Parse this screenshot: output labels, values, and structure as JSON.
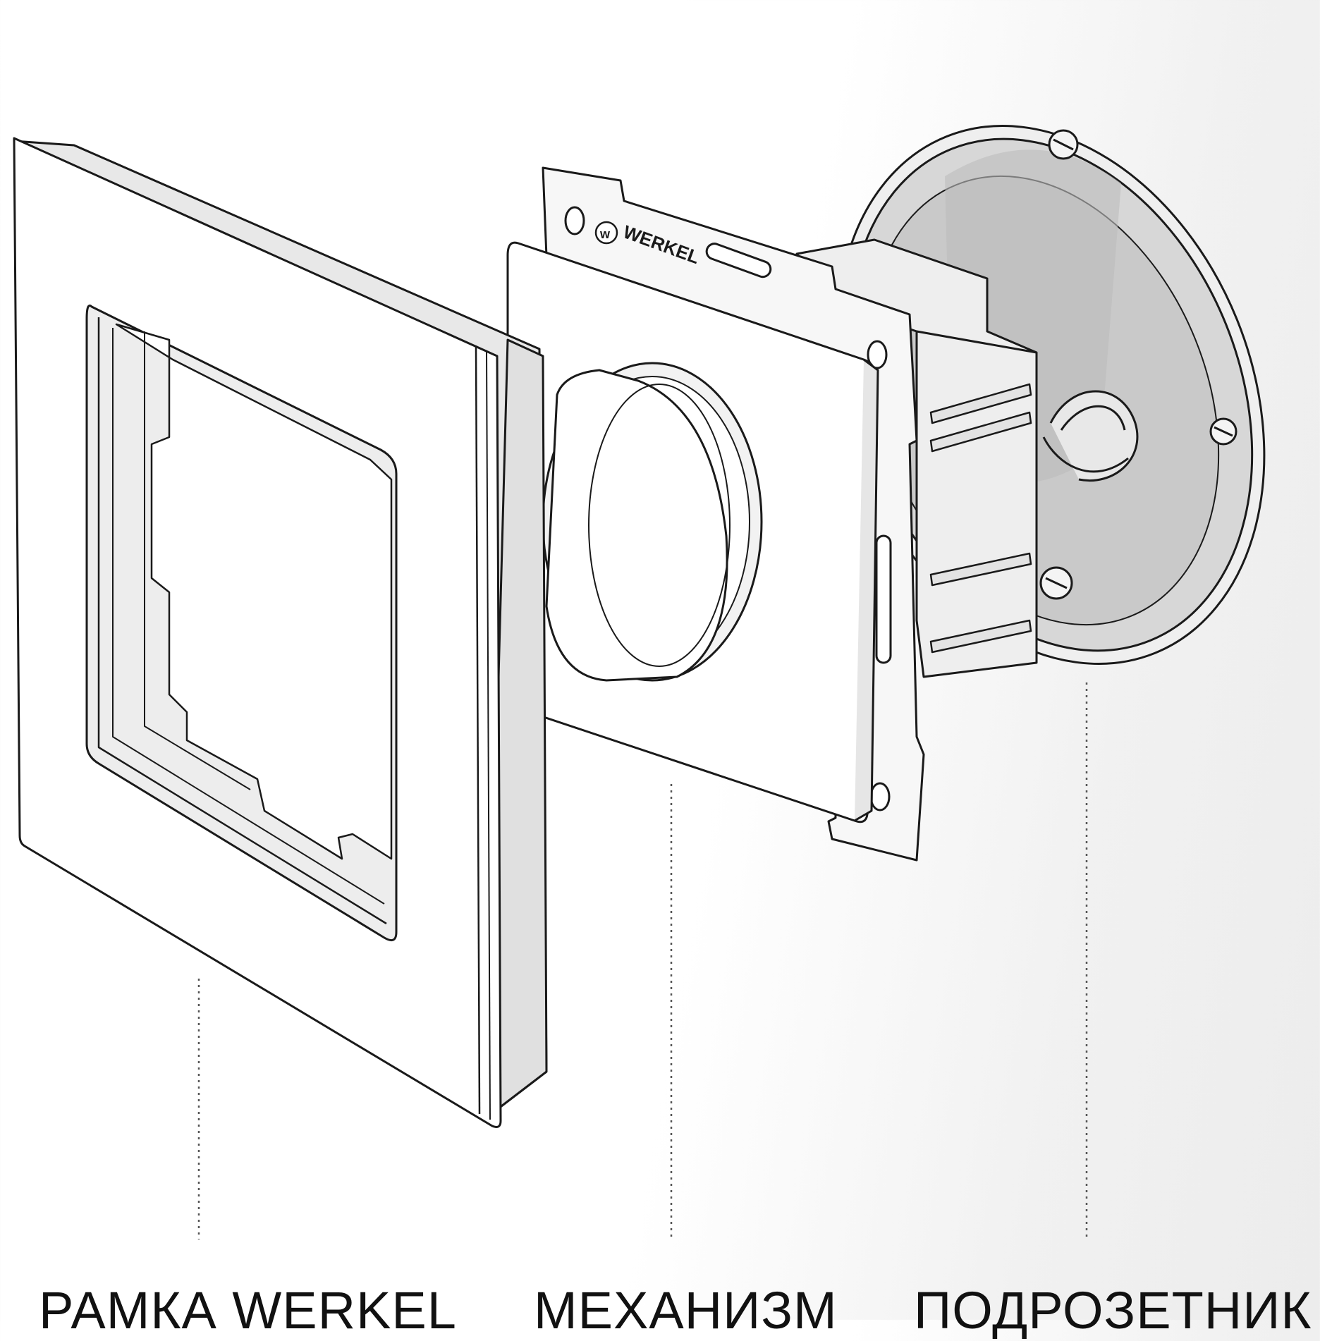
{
  "labels": {
    "frame": "РАМКА WERKEL",
    "mechanism": "МЕХАНИЗМ",
    "box": "ПОДРОЗЕТНИК"
  },
  "brand_mark": "WERKEL",
  "colors": {
    "outline": "#1a1a1a",
    "part_fill": "#ffffff",
    "shadow": "#d9d9d9",
    "leader_line": "#555555"
  }
}
